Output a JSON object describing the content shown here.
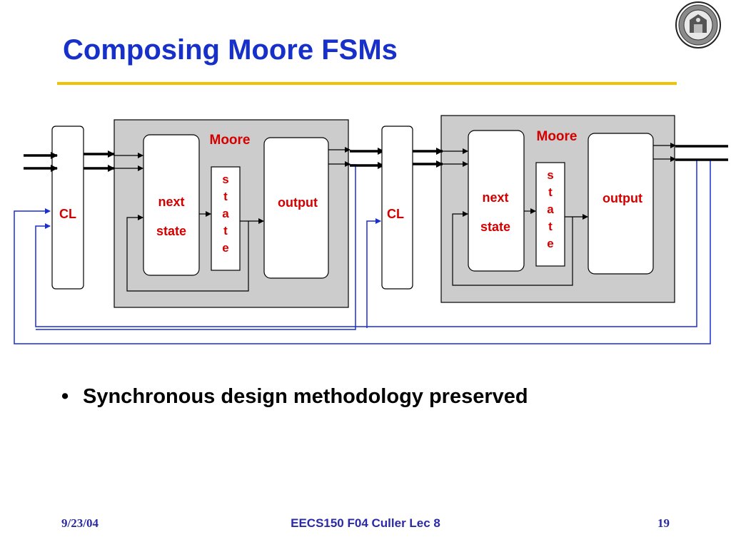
{
  "slide": {
    "title": "Composing Moore FSMs",
    "bullets": [
      "Synchronous design methodology preserved"
    ],
    "footer": {
      "date": "9/23/04",
      "course": "EECS150 F04 Culler Lec 8",
      "page": "19"
    }
  },
  "diagram": {
    "stages": [
      {
        "cl_label": "CL",
        "moore_label": "Moore",
        "next_state_label": [
          "next",
          "state"
        ],
        "state_label": [
          "s",
          "t",
          "a",
          "t",
          "e"
        ],
        "output_label": "output"
      },
      {
        "cl_label": "CL",
        "moore_label": "Moore",
        "next_state_label": [
          "next",
          "state"
        ],
        "state_label": [
          "s",
          "t",
          "a",
          "t",
          "e"
        ],
        "output_label": "output"
      }
    ]
  },
  "colors": {
    "title": "#1630c9",
    "rule": "#f2c200",
    "label_red": "#d40000",
    "feedback_blue": "#1a2fd0",
    "moore_box": "#cccccc",
    "footer": "#2a2aa8"
  },
  "icons": {
    "logo": "university-seal-icon"
  }
}
